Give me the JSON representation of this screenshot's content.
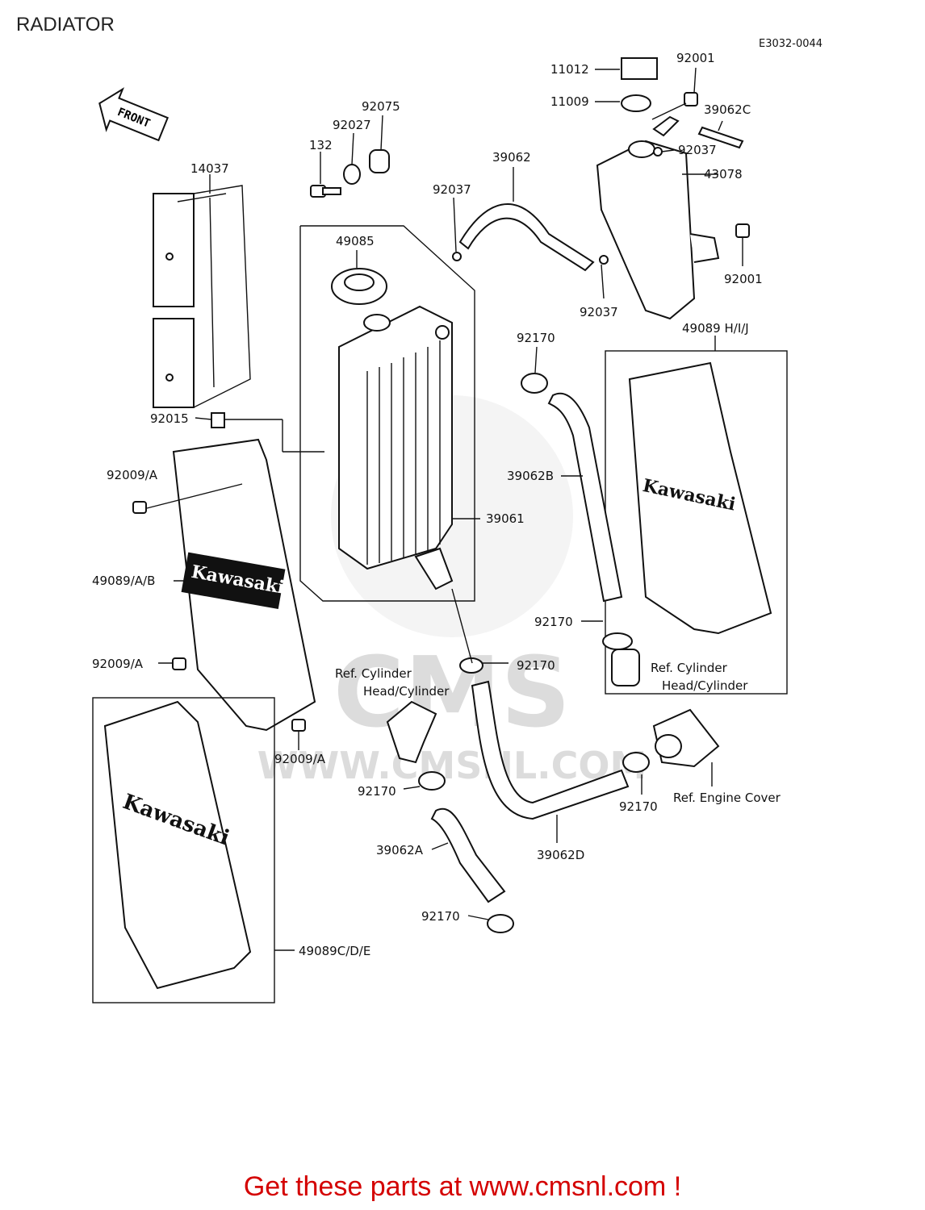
{
  "title": "RADIATOR",
  "diagram_code": "E3032-0044",
  "front_label": "FRONT",
  "brand": "Kawasaki",
  "watermark": "WWW.CMSNL.COM",
  "watermark_logo": "CMS",
  "footer": "Get these parts at www.cmsnl.com !",
  "labels": {
    "p11012": "11012",
    "p92001a": "92001",
    "p11009": "11009",
    "p39062c": "39062C",
    "p92037a": "92037",
    "p43078": "43078",
    "p92001b": "92001",
    "p92037b": "92037",
    "p92075": "92075",
    "p92027": "92027",
    "p132": "132",
    "p39062": "39062",
    "p92037c": "92037",
    "p14037": "14037",
    "p49085": "49085",
    "p92170a": "92170",
    "p49089hij": "49089 H/I/J",
    "p92015": "92015",
    "p92009a1": "92009/A",
    "p39062b": "39062B",
    "p39061": "39061",
    "p49089ab": "49089/A/B",
    "p92170b": "92170",
    "p92009a2": "92009/A",
    "p92170c": "92170",
    "ref_cyl_left_1": "Ref. Cylinder",
    "ref_cyl_left_2": "Head/Cylinder",
    "ref_cyl_right_1": "Ref. Cylinder",
    "ref_cyl_right_2": "Head/Cylinder",
    "p92009a3": "92009/A",
    "p92170d": "92170",
    "p92170e": "92170",
    "ref_engine_cover": "Ref. Engine Cover",
    "p39062a": "39062A",
    "p39062d": "39062D",
    "p92170f": "92170",
    "p49089cde": "49089C/D/E"
  }
}
